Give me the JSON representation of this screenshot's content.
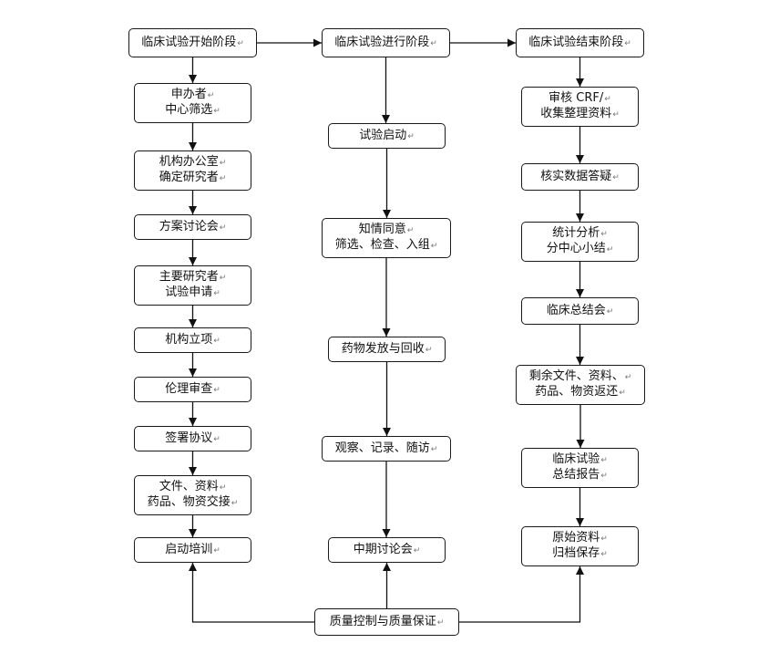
{
  "left": {
    "header": "临床试验开始阶段",
    "steps": [
      [
        "申办者",
        "中心筛选"
      ],
      [
        "机构办公室",
        "确定研究者"
      ],
      [
        "方案讨论会"
      ],
      [
        "主要研究者",
        "试验申请"
      ],
      [
        "机构立项"
      ],
      [
        "伦理审查"
      ],
      [
        "签署协议"
      ],
      [
        "文件、资料",
        "药品、物资交接"
      ],
      [
        "启动培训"
      ]
    ]
  },
  "middle": {
    "header": "临床试验进行阶段",
    "steps": [
      [
        "试验启动"
      ],
      [
        "知情同意",
        "筛选、检查、入组"
      ],
      [
        "药物发放与回收"
      ],
      [
        "观察、记录、随访"
      ],
      [
        "中期讨论会"
      ]
    ]
  },
  "right": {
    "header": "临床试验结束阶段",
    "steps": [
      [
        "审核 CRF/",
        "收集整理资料"
      ],
      [
        "核实数据答疑"
      ],
      [
        "统计分析",
        "分中心小结"
      ],
      [
        "临床总结会"
      ],
      [
        "剩余文件、资料、",
        "药品、物资返还"
      ],
      [
        "临床试验",
        "总结报告"
      ],
      [
        "原始资料",
        "归档保存"
      ]
    ]
  },
  "bottom": {
    "label": "质量控制与质量保证"
  }
}
